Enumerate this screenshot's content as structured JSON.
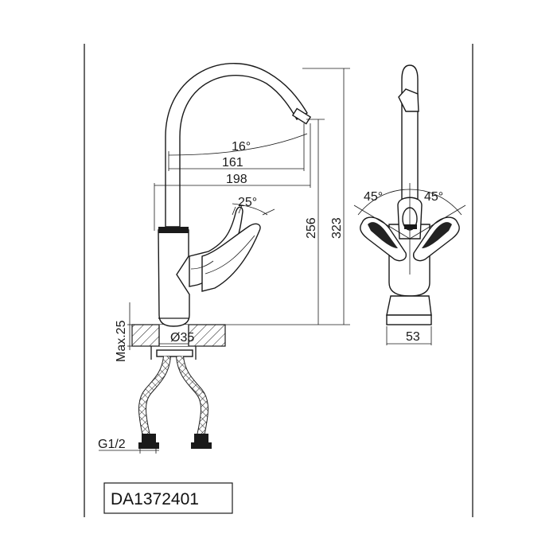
{
  "dimensions": {
    "angle_spout": "16°",
    "reach_inner": "161",
    "reach_outer": "198",
    "angle_lever": "25°",
    "height_outlet": "256",
    "height_total": "323",
    "angle_left": "45°",
    "angle_right": "45°",
    "base_width": "53",
    "base_diameter": "Ø35",
    "max_thickness": "Max.25",
    "thread": "G1/2"
  },
  "product_code": "DA1372401"
}
